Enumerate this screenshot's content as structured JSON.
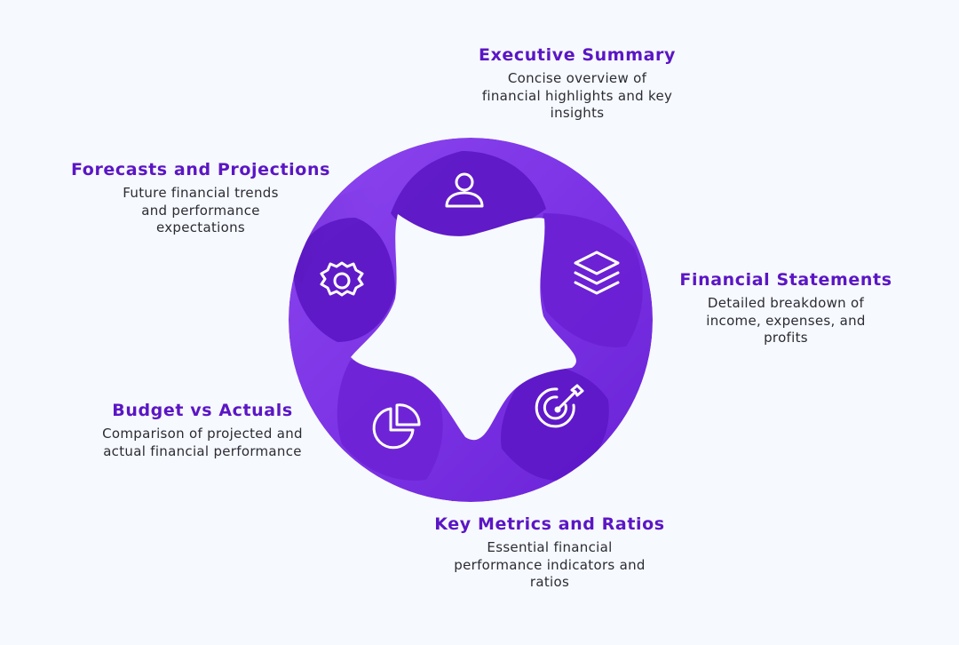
{
  "diagram": {
    "type": "cycle",
    "segments": [
      {
        "id": "executive-summary",
        "title": "Executive Summary",
        "description": "Concise overview of financial highlights and key insights",
        "icon": "user-icon"
      },
      {
        "id": "financial-statements",
        "title": "Financial Statements",
        "description": "Detailed breakdown of income, expenses, and profits",
        "icon": "layers-icon"
      },
      {
        "id": "key-metrics",
        "title": "Key Metrics and Ratios",
        "description": "Essential financial performance indicators and ratios",
        "icon": "target-icon"
      },
      {
        "id": "budget-vs-actuals",
        "title": "Budget vs Actuals",
        "description": "Comparison of projected and actual financial performance",
        "icon": "pie-chart-icon"
      },
      {
        "id": "forecasts",
        "title": "Forecasts and Projections",
        "description": "Future financial trends and performance expectations",
        "icon": "gear-icon"
      }
    ],
    "colors": {
      "background": "#f6f9fd",
      "ring_light": "#8b45ec",
      "ring_dark": "#5a14c3",
      "title": "#5b16c4",
      "text": "#2b2b35",
      "icon": "#ffffff"
    }
  }
}
